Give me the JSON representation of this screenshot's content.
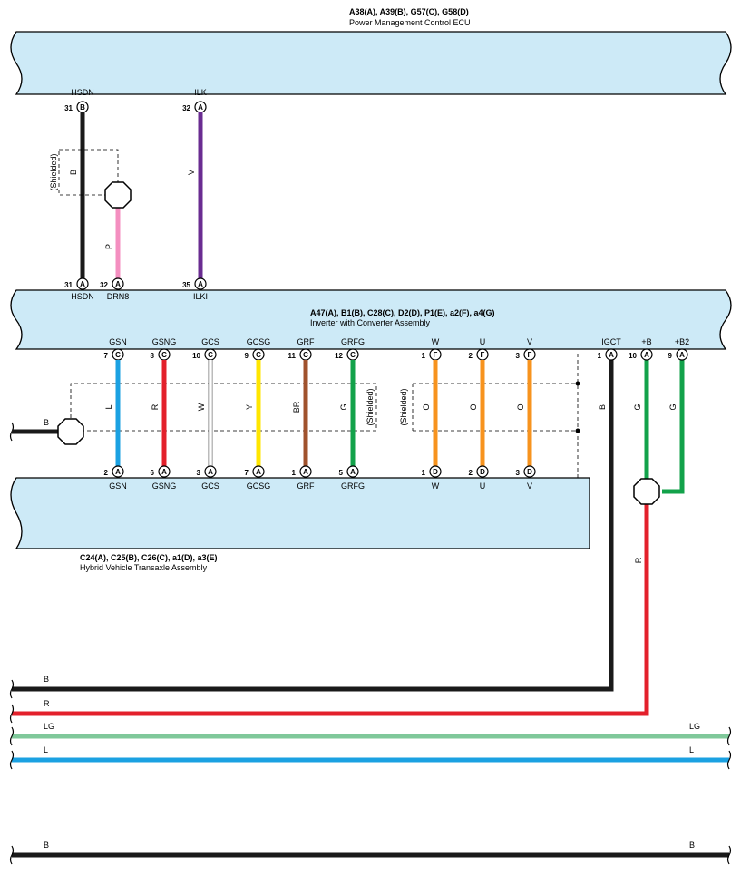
{
  "colors": {
    "component_fill": "#cdeaf7",
    "black": "#1a1a1a",
    "violet": "#6a2c91",
    "pink": "#f48fc0",
    "blue": "#1ba1e2",
    "red": "#e3202b",
    "white": "#ffffff",
    "yellow": "#ffe600",
    "brown": "#a0522d",
    "green": "#12a24a",
    "orange": "#f7931e",
    "light_green": "#7fc89a"
  },
  "ecu": {
    "codes": "A38(A), A39(B), G57(C), G58(D)",
    "name": "Power Management Control ECU",
    "pins": [
      {
        "term": "HSDN",
        "num": "31",
        "conn": "B"
      },
      {
        "term": "ILK",
        "num": "32",
        "conn": "A"
      }
    ]
  },
  "ecu_wires": [
    {
      "label": "B",
      "color": "black"
    },
    {
      "label": "V",
      "color": "violet"
    },
    {
      "label": "P",
      "color": "pink"
    }
  ],
  "shielded_label": "(Shielded)",
  "inverter": {
    "codes": "A47(A), B1(B), C28(C), D2(D), P1(E), a2(F), a4(G)",
    "name": "Inverter with Converter Assembly",
    "top_pins": [
      {
        "num": "31",
        "conn": "A",
        "term": "HSDN"
      },
      {
        "num": "32",
        "conn": "A",
        "term": "DRN8"
      },
      {
        "num": "35",
        "conn": "A",
        "term": "ILKI"
      }
    ],
    "bottom_pins": [
      {
        "term": "GSN",
        "num": "7",
        "conn": "C"
      },
      {
        "term": "GSNG",
        "num": "8",
        "conn": "C"
      },
      {
        "term": "GCS",
        "num": "10",
        "conn": "C"
      },
      {
        "term": "GCSG",
        "num": "9",
        "conn": "C"
      },
      {
        "term": "GRF",
        "num": "11",
        "conn": "C"
      },
      {
        "term": "GRFG",
        "num": "12",
        "conn": "C"
      },
      {
        "term": "W",
        "num": "1",
        "conn": "F"
      },
      {
        "term": "U",
        "num": "2",
        "conn": "F"
      },
      {
        "term": "V",
        "num": "3",
        "conn": "F"
      },
      {
        "term": "IGCT",
        "num": "1",
        "conn": "A"
      },
      {
        "term": "+B",
        "num": "10",
        "conn": "A"
      },
      {
        "term": "+B2",
        "num": "9",
        "conn": "A"
      }
    ]
  },
  "mid_wires": [
    {
      "label": "L",
      "color": "blue"
    },
    {
      "label": "R",
      "color": "red"
    },
    {
      "label": "W",
      "color": "white"
    },
    {
      "label": "Y",
      "color": "yellow"
    },
    {
      "label": "BR",
      "color": "brown"
    },
    {
      "label": "G",
      "color": "green"
    },
    {
      "label": "O",
      "color": "orange"
    },
    {
      "label": "O",
      "color": "orange"
    },
    {
      "label": "O",
      "color": "orange"
    },
    {
      "label": "B",
      "color": "black"
    },
    {
      "label": "G",
      "color": "green"
    },
    {
      "label": "G",
      "color": "green"
    }
  ],
  "ground_wire_label": "B",
  "joint_out_label": "R",
  "transaxle": {
    "codes": "C24(A), C25(B), C26(C), a1(D), a3(E)",
    "name": "Hybrid Vehicle Transaxle Assembly",
    "pins": [
      {
        "num": "2",
        "conn": "A",
        "term": "GSN"
      },
      {
        "num": "6",
        "conn": "A",
        "term": "GSNG"
      },
      {
        "num": "3",
        "conn": "A",
        "term": "GCS"
      },
      {
        "num": "7",
        "conn": "A",
        "term": "GCSG"
      },
      {
        "num": "1",
        "conn": "A",
        "term": "GRF"
      },
      {
        "num": "5",
        "conn": "A",
        "term": "GRFG"
      },
      {
        "num": "1",
        "conn": "D",
        "term": "W"
      },
      {
        "num": "2",
        "conn": "D",
        "term": "U"
      },
      {
        "num": "3",
        "conn": "D",
        "term": "V"
      }
    ]
  },
  "buses": [
    {
      "left": "B",
      "right": "",
      "color": "black"
    },
    {
      "left": "R",
      "right": "",
      "color": "red"
    },
    {
      "left": "LG",
      "right": "LG",
      "color": "light_green"
    },
    {
      "left": "L",
      "right": "L",
      "color": "blue"
    },
    {
      "left": "B",
      "right": "B",
      "color": "black"
    }
  ]
}
